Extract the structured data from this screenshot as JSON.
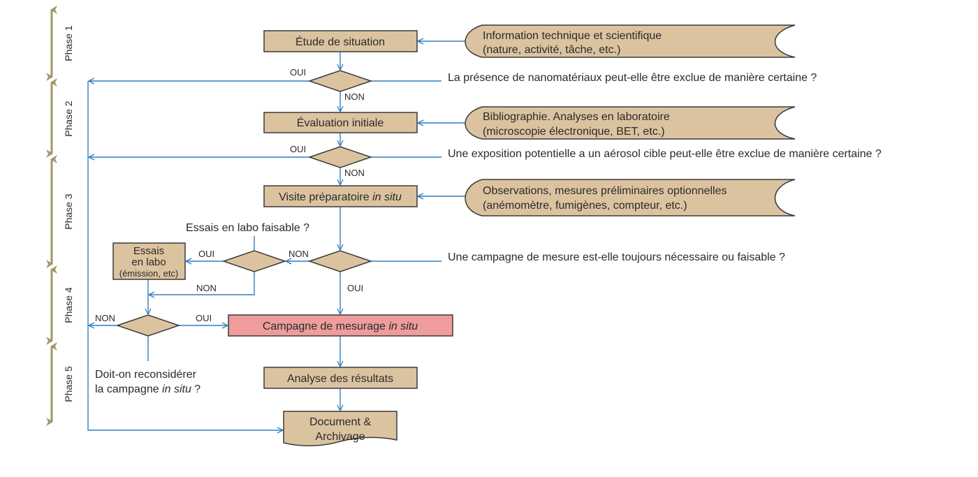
{
  "phases": [
    "Phase 1",
    "Phase 2",
    "Phase 3",
    "Phase 4",
    "Phase 5"
  ],
  "boxes": {
    "etude": "Étude de situation",
    "evaluation": "Évaluation initiale",
    "visite": "Visite préparatoire ",
    "visite_it": "in situ",
    "essais_1": "Essais",
    "essais_2": "en labo",
    "essais_3": "(émission, etc)",
    "campagne": "Campagne de mesurage ",
    "campagne_it": "in situ",
    "analyse": "Analyse des résultats",
    "document_1": "Document &",
    "document_2": "Archivage"
  },
  "inputs": [
    {
      "line1": "Information technique et scientifique",
      "line2": "(nature, activité, tâche, etc.)"
    },
    {
      "line1": "Bibliographie. Analyses en laboratoire",
      "line2": "(microscopie électronique, BET, etc.)"
    },
    {
      "line1": "Observations, mesures préliminaires optionnelles",
      "line2": "(anémomètre, fumigènes, compteur, etc.)"
    }
  ],
  "questions": {
    "q1": "La présence de nanomatériaux peut-elle être exclue de manière certaine ?",
    "q2": "Une exposition potentielle a un aérosol cible peut-elle être exclue de manière certaine ?",
    "q3": "Une campagne de mesure est-elle toujours nécessaire  ou faisable ?",
    "q4": "Essais en labo faisable ?",
    "q5_1": "Doit-on reconsidérer",
    "q5_2": "la campagne ",
    "q5_it": "in situ",
    "q5_end": " ?"
  },
  "labels": {
    "oui": "OUI",
    "non": "NON"
  },
  "colors": {
    "box": "#dcc3a0",
    "highlight": "#ee9c9c",
    "line": "#2f7fc0",
    "phase": "#9f9867"
  }
}
